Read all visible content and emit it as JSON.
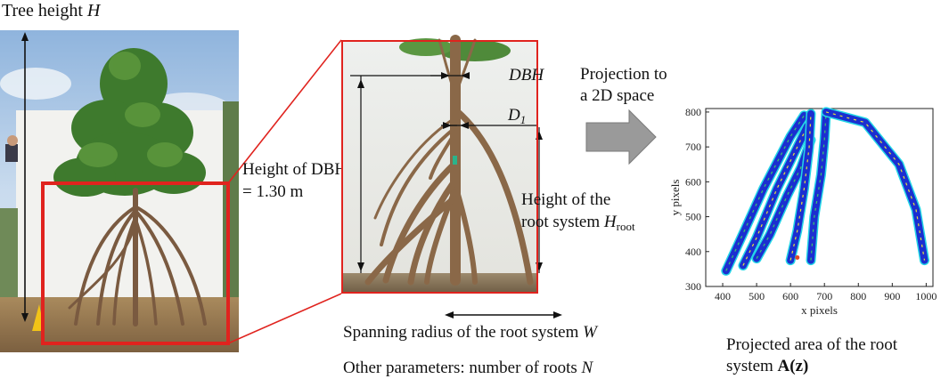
{
  "left_photo": {
    "title_text": "Tree height ",
    "title_symbol": "H",
    "dbh_label_line1": "Height of DBH",
    "dbh_label_line2": "= 1.30 m"
  },
  "zoom_photo": {
    "dbh_label": "DBH",
    "d1_label_main": "D",
    "d1_label_sub": "1",
    "root_height_line1": "Height of the",
    "root_height_line2_text": "root system ",
    "root_height_symbol": "H",
    "root_height_sub": "root",
    "span_text": "Spanning radius of the root system ",
    "span_symbol": "W",
    "other_text": "Other parameters: number of roots ",
    "other_symbol": "N"
  },
  "arrow": {
    "line1": "Projection to",
    "line2": "a 2D space"
  },
  "plot": {
    "caption_line1": "Projected area of the root",
    "caption_line2_text": "system ",
    "caption_symbol": "A(z)"
  },
  "chart_data": {
    "type": "scatter",
    "xlabel": "x pixels",
    "ylabel": "y pixels",
    "xlim": [
      350,
      1020
    ],
    "ylim": [
      300,
      810
    ],
    "xticks": [
      400,
      500,
      600,
      700,
      800,
      900,
      1000
    ],
    "yticks": [
      300,
      400,
      500,
      600,
      700,
      800
    ],
    "colors": {
      "root_fill": "#1b2fd0",
      "edge_cyan": "#24d6e6",
      "edge_yellow": "#e9e13a",
      "edge_green": "#3cc96a",
      "edge_red": "#e04a2a"
    },
    "series": [
      {
        "values": [
          [
            410,
            345
          ],
          [
            450,
            430
          ],
          [
            520,
            580
          ],
          [
            600,
            730
          ],
          [
            640,
            790
          ]
        ]
      },
      {
        "values": [
          [
            460,
            360
          ],
          [
            500,
            440
          ],
          [
            560,
            580
          ],
          [
            620,
            700
          ],
          [
            650,
            760
          ]
        ]
      },
      {
        "values": [
          [
            500,
            380
          ],
          [
            540,
            450
          ],
          [
            590,
            560
          ],
          [
            630,
            640
          ],
          [
            660,
            720
          ]
        ]
      },
      {
        "values": [
          [
            600,
            375
          ],
          [
            620,
            460
          ],
          [
            640,
            580
          ],
          [
            655,
            700
          ],
          [
            660,
            795
          ]
        ]
      },
      {
        "values": [
          [
            660,
            375
          ],
          [
            670,
            500
          ],
          [
            690,
            620
          ],
          [
            700,
            720
          ],
          [
            705,
            800
          ]
        ]
      },
      {
        "values": [
          [
            705,
            800
          ],
          [
            820,
            770
          ],
          [
            920,
            650
          ],
          [
            970,
            520
          ],
          [
            995,
            375
          ]
        ]
      }
    ]
  }
}
